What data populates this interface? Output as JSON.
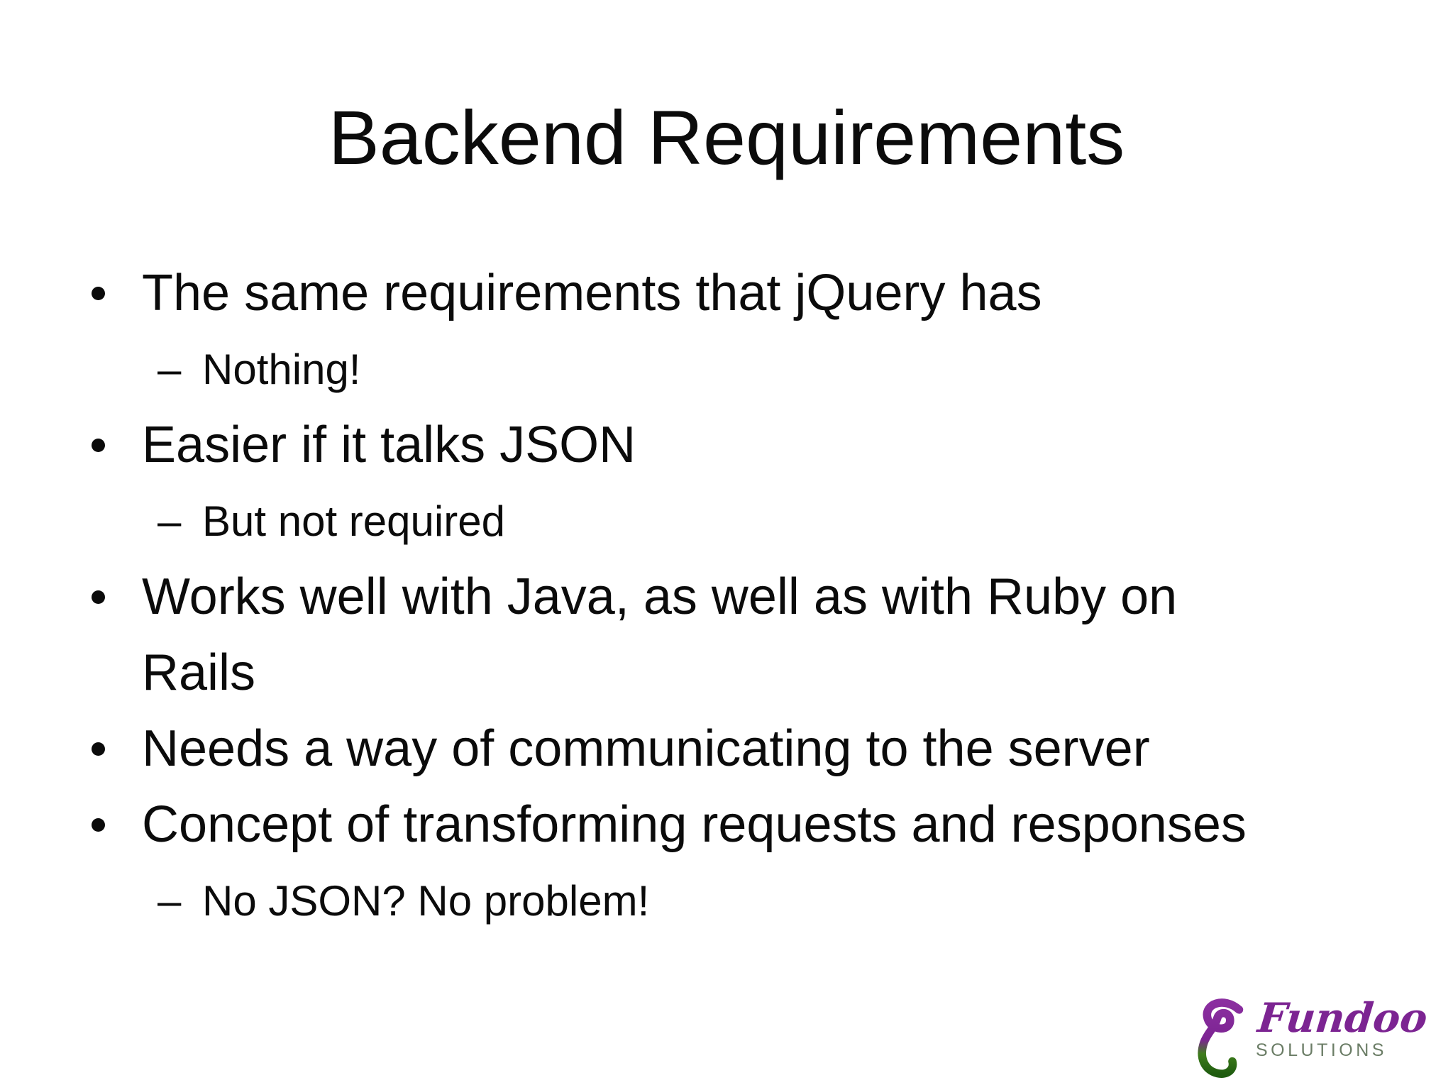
{
  "slide": {
    "title": "Backend Requirements",
    "bullets": [
      {
        "level": 1,
        "text": "The same requirements that jQuery has"
      },
      {
        "level": 2,
        "text": "Nothing!"
      },
      {
        "level": 1,
        "text": "Easier if it talks JSON"
      },
      {
        "level": 2,
        "text": "But not required"
      },
      {
        "level": 1,
        "text": "Works well with Java, as well as with Ruby on Rails"
      },
      {
        "level": 1,
        "text": "Needs a way of communicating to the server"
      },
      {
        "level": 1,
        "text": "Concept of transforming requests and responses"
      },
      {
        "level": 2,
        "text": "No JSON? No problem!"
      }
    ],
    "icons": {
      "bullet": "•",
      "sub_bullet_dash": "–"
    },
    "logo": {
      "brand": "Fundoo",
      "tagline": "SOLUTIONS",
      "colors": {
        "brand_purple": "#7c2492",
        "glyph_green": "#2f7d14",
        "tagline_gray_green": "#6b7d66"
      }
    }
  }
}
